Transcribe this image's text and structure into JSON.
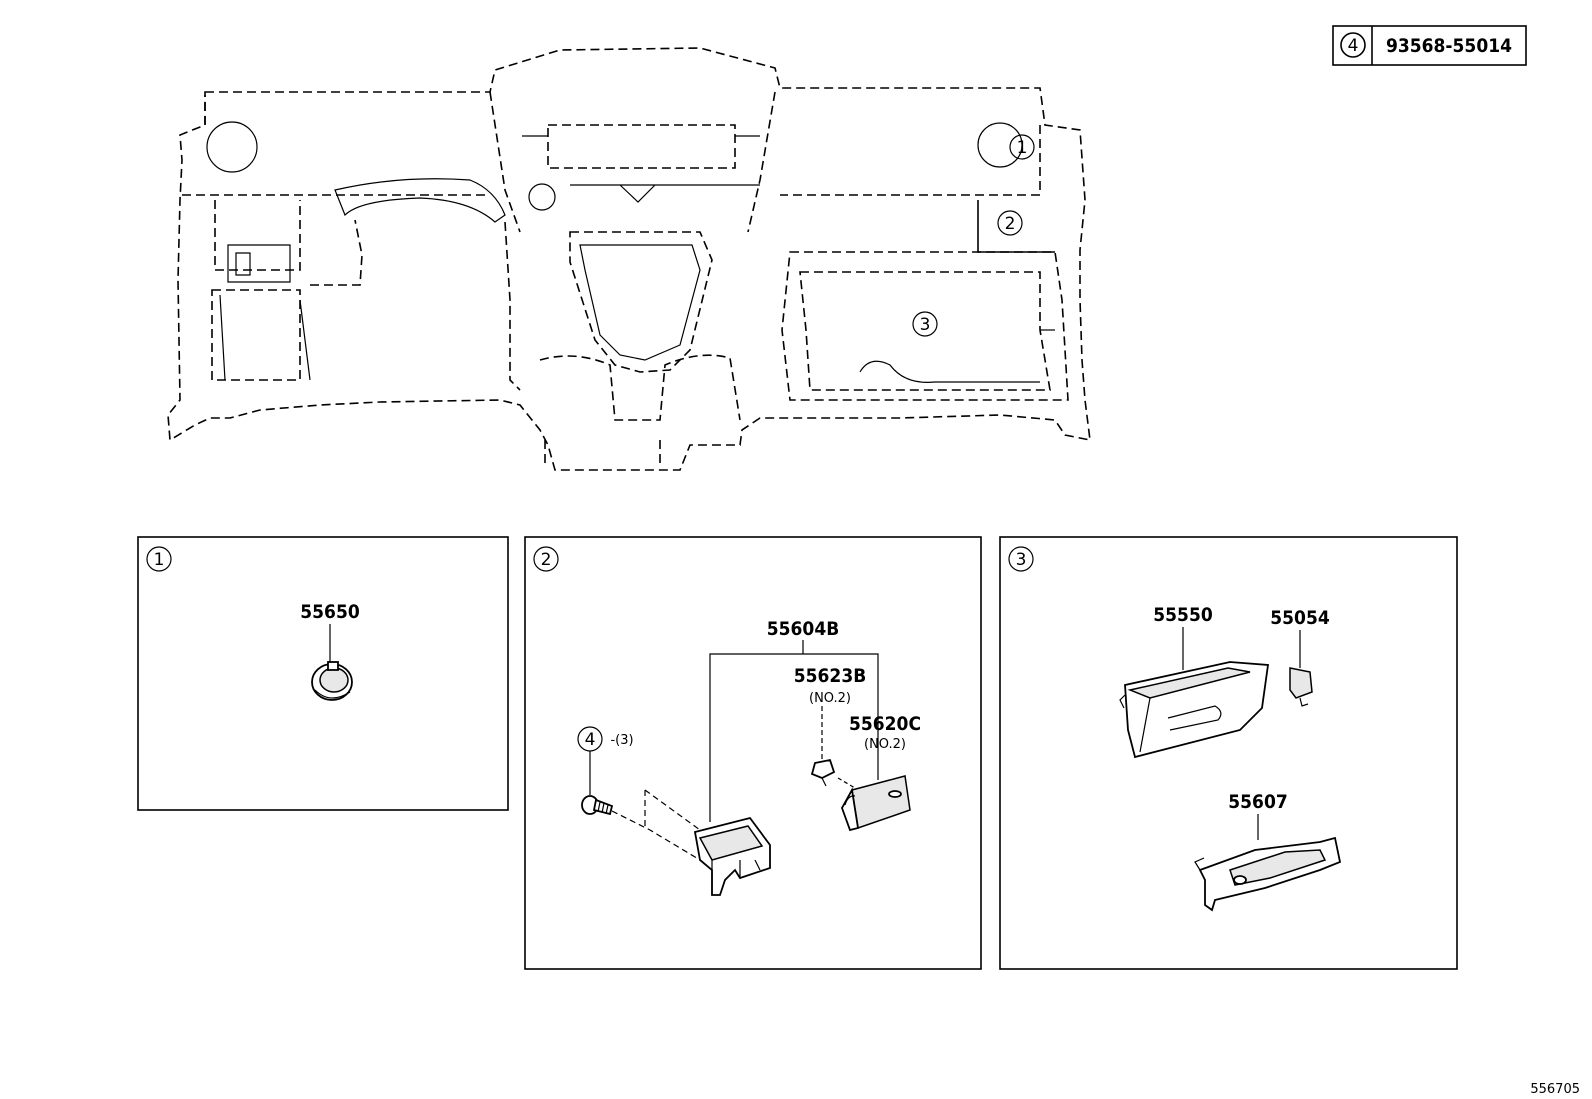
{
  "legend": {
    "ref": "4",
    "part_number": "93568-55014"
  },
  "overview_refs": [
    "1",
    "2",
    "3"
  ],
  "panels": [
    {
      "id": "1",
      "parts": [
        {
          "number": "55650"
        }
      ]
    },
    {
      "id": "2",
      "parts": [
        {
          "number": "55604B"
        },
        {
          "number": "55623B",
          "note": "(NO.2)"
        },
        {
          "number": "55620C",
          "note": "(NO.2)"
        },
        {
          "ref": "4",
          "qty": "-(3)"
        }
      ]
    },
    {
      "id": "3",
      "parts": [
        {
          "number": "55550"
        },
        {
          "number": "55054"
        },
        {
          "number": "55607"
        }
      ]
    }
  ],
  "illustration_id": "556705"
}
